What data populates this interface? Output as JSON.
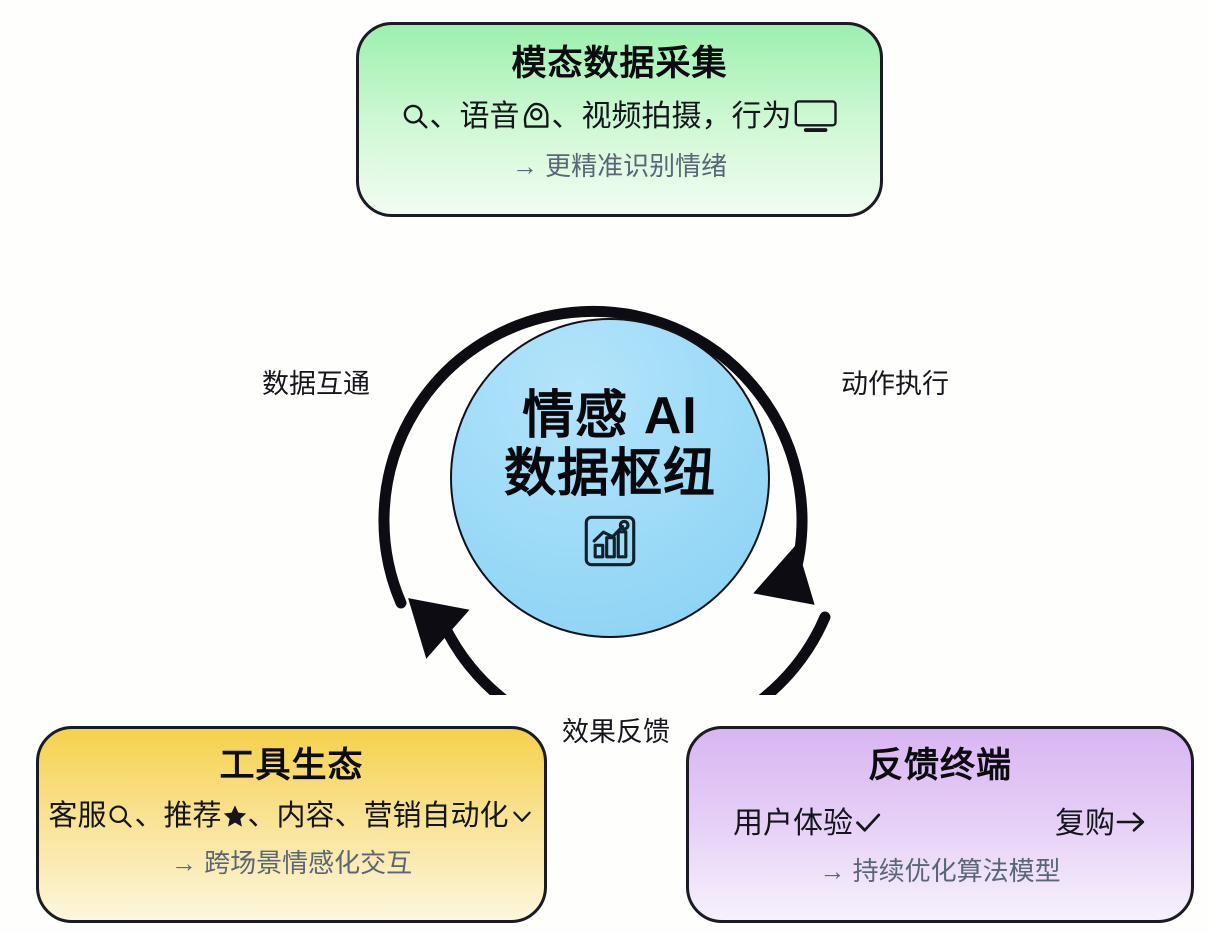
{
  "diagram": {
    "type": "cycle",
    "background_color": "#fefefc",
    "hub": {
      "title_line1": "情感 AI",
      "title_line2": "数据枢纽",
      "icon": "chart-increasing-icon",
      "fill_color": "#9fdcf8",
      "text_color": "#07070c"
    },
    "ring_labels": [
      {
        "id": "left",
        "text": "数据互通"
      },
      {
        "id": "right",
        "text": "动作执行"
      },
      {
        "id": "bottom",
        "text": "效果反馈"
      }
    ],
    "arrows": [
      {
        "id": "arc-left-up",
        "from": "bottom-left",
        "to": "bottom-right",
        "direction": "clockwise-over-top",
        "color": "#0c0c12"
      },
      {
        "id": "arc-bottom",
        "from": "bottom-right",
        "to": "bottom-left",
        "direction": "counter-clockwise-under-bottom",
        "color": "#0c0c12"
      }
    ],
    "cards": [
      {
        "id": "collection",
        "title": "模态数据采集",
        "body_prefix": "",
        "body_text_1": "、语音",
        "body_text_2": "、视频拍摄，行为",
        "icons": [
          "search-icon",
          "voice-capture-icon",
          "monitor-icon"
        ],
        "note": "→ 更精准识别情绪",
        "accent_color": "#9cf0ae",
        "note_color": "#5a6676"
      },
      {
        "id": "tools",
        "title": "工具生态",
        "body_text_1": "客服",
        "body_text_2": "、推荐",
        "body_text_3": "、内容、营销自动化",
        "icons": [
          "search-icon",
          "star-icon",
          "chevron-down-icon"
        ],
        "note": "→ 跨场景情感化交互",
        "accent_color": "#f6d14b",
        "note_color": "#5a6676"
      },
      {
        "id": "feedback",
        "title": "反馈终端",
        "left_text": "用户体验",
        "left_icon": "check-icon",
        "right_text": "复购",
        "right_icon": "arrow-right-icon",
        "note": "→ 持续优化算法模型",
        "accent_color": "#d9b5f2",
        "note_color": "#5a6676"
      }
    ]
  }
}
